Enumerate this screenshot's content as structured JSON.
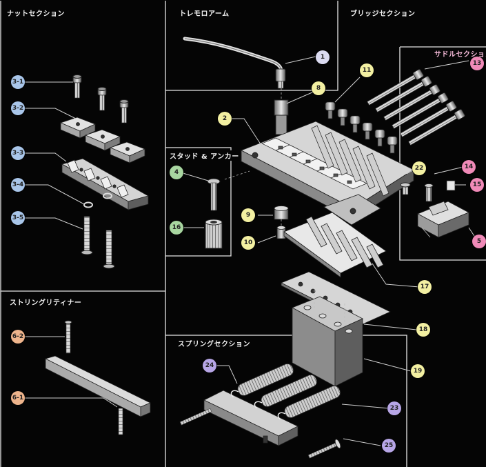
{
  "sections": {
    "nut": "ナットセクション",
    "tremolo": "トレモロアーム",
    "bridge": "ブリッジセクション",
    "saddle": "サドルセクション",
    "stud": "スタッド & アンカー",
    "retainer": "ストリングリティナー",
    "spring": "スプリングセクション"
  },
  "colors": {
    "blue": "#a9c6ea",
    "yellow": "#f3f0a2",
    "lavender": "#dcdcf2",
    "pink": "#f08ab8",
    "green": "#a8d6a0",
    "orange": "#eeb48c",
    "purple": "#b7a6e6"
  },
  "badges": {
    "b1": "1",
    "b2": "2",
    "b3_1": "3-1",
    "b3_2": "3-2",
    "b3_3": "3-3",
    "b3_4": "3-4",
    "b3_5": "3-5",
    "b4": "4",
    "b5": "5",
    "b6_1": "6-1",
    "b6_2": "6-2",
    "b8": "8",
    "b9": "9",
    "b10": "10",
    "b11": "11",
    "b13": "13",
    "b14": "14",
    "b15": "15",
    "b16": "16",
    "b17": "17",
    "b18": "18",
    "b19": "19",
    "b22": "22",
    "b23": "23",
    "b24": "24",
    "b25": "25"
  }
}
